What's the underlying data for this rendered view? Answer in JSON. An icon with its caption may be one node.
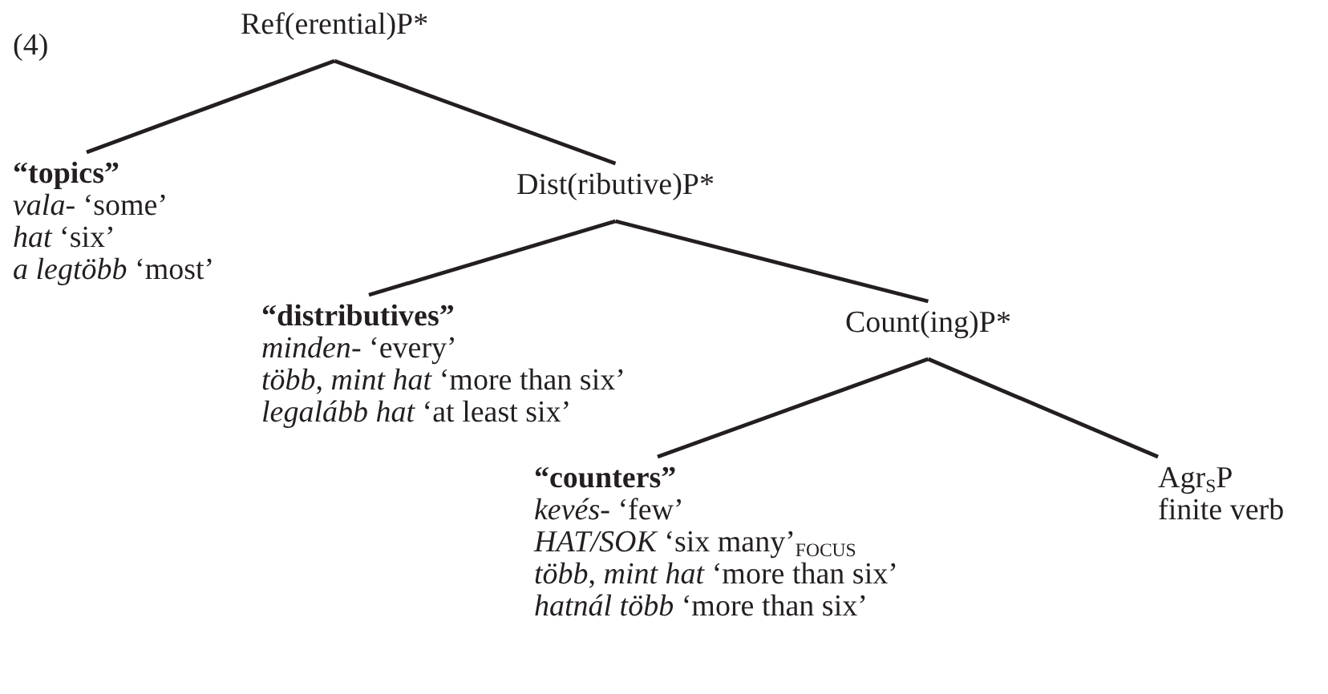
{
  "diagram": {
    "nodes": [
      {
        "text": [
          "Ref(erential)P*"
        ]
      },
      {
        "text": [
          "“topics”",
          "*vala*- ‘some’",
          "*hat* ‘six’",
          "*a legtöbb* ‘most’"
        ]
      },
      {
        "text": [
          "Dist(ributive)P*"
        ]
      },
      {
        "text": [
          "“distributives”",
          "*minden*- ‘every’",
          "*több*, *mint hat* ‘more than six’",
          "*legalább hat* ‘at least six’"
        ]
      },
      {
        "text": [
          "Count(ing)P*"
        ]
      },
      {
        "text": [
          "“counters”",
          "*kevés*- ‘few’",
          "*HAT/SOK* ‘six many’$_{FOCUS}$",
          "*több*, *mint hat* ‘more than six’",
          "*hatnál több* ‘more than six’"
        ]
      },
      {
        "text": [
          "Agr$_{S}$P",
          "finite verb"
        ]
      }
    ],
    "edges": [
      {
        "from": 0,
        "to": 1,
        "arrow": "none"
      },
      {
        "from": 0,
        "to": 2,
        "arrow": "none"
      },
      {
        "from": 2,
        "to": 3,
        "arrow": "none"
      },
      {
        "from": 2,
        "to": 4,
        "arrow": "none"
      },
      {
        "from": 4,
        "to": 5,
        "arrow": "none"
      },
      {
        "from": 4,
        "to": 6,
        "arrow": "none"
      }
    ],
    "labels": [
      "(4)"
    ]
  }
}
